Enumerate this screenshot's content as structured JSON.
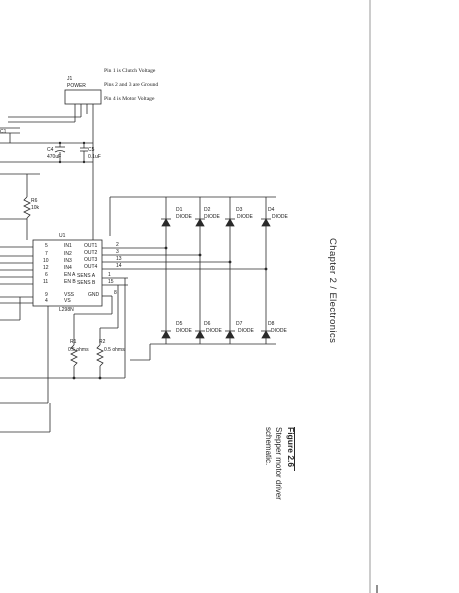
{
  "header": {
    "pin1_note": "Pin 1 is Clutch Voltage",
    "pin2_note": "Pins 2 and 3 are Ground",
    "pin4_note": "Pin 4 is Motor Voltage"
  },
  "power_connector": {
    "ref": "J1",
    "value": "POWER"
  },
  "capacitors": {
    "c1_ref": "C1",
    "c4_ref": "C4",
    "c4_value": "470uF",
    "c5_ref": "C5",
    "c5_value": "0.1uF"
  },
  "resistor_r6": {
    "ref": "R6",
    "value": "10k"
  },
  "driver_ic": {
    "ref": "U1",
    "part": "L298N",
    "left_pins": [
      {
        "num": "5",
        "name": "IN1"
      },
      {
        "num": "7",
        "name": "IN2"
      },
      {
        "num": "10",
        "name": "IN3"
      },
      {
        "num": "12",
        "name": "IN4"
      },
      {
        "num": "6",
        "name": "EN A"
      },
      {
        "num": "11",
        "name": "EN B"
      },
      {
        "num": "9",
        "name": "VSS"
      },
      {
        "num": "4",
        "name": "VS"
      }
    ],
    "right_pins": [
      {
        "num": "2",
        "name": "OUT1"
      },
      {
        "num": "3",
        "name": "OUT2"
      },
      {
        "num": "13",
        "name": "OUT3"
      },
      {
        "num": "14",
        "name": "OUT4"
      },
      {
        "num": "1",
        "name": "SENS A"
      },
      {
        "num": "15",
        "name": "SENS B"
      },
      {
        "num": "8",
        "name": "GND"
      }
    ]
  },
  "sense_resistors": {
    "r1_ref": "R1",
    "r1_value": "0.5 ohms",
    "r2_ref": "R2",
    "r2_value": "0.5 ohms"
  },
  "diodes": {
    "top": [
      {
        "ref": "D1",
        "label": "DIODE"
      },
      {
        "ref": "D2",
        "label": "DIODE"
      },
      {
        "ref": "D3",
        "label": "DIODE"
      },
      {
        "ref": "D4",
        "label": "DIODE"
      }
    ],
    "bottom": [
      {
        "ref": "D5",
        "label": "DIODE"
      },
      {
        "ref": "D6",
        "label": "DIODE"
      },
      {
        "ref": "D7",
        "label": "DIODE"
      },
      {
        "ref": "D8",
        "label": "DIODE"
      }
    ]
  },
  "chapter_header": "Chapter 2 / Electronics",
  "figure": {
    "label": "Figure 2.6",
    "caption_line1": "Stepper motor driver",
    "caption_line2": "schematic."
  }
}
